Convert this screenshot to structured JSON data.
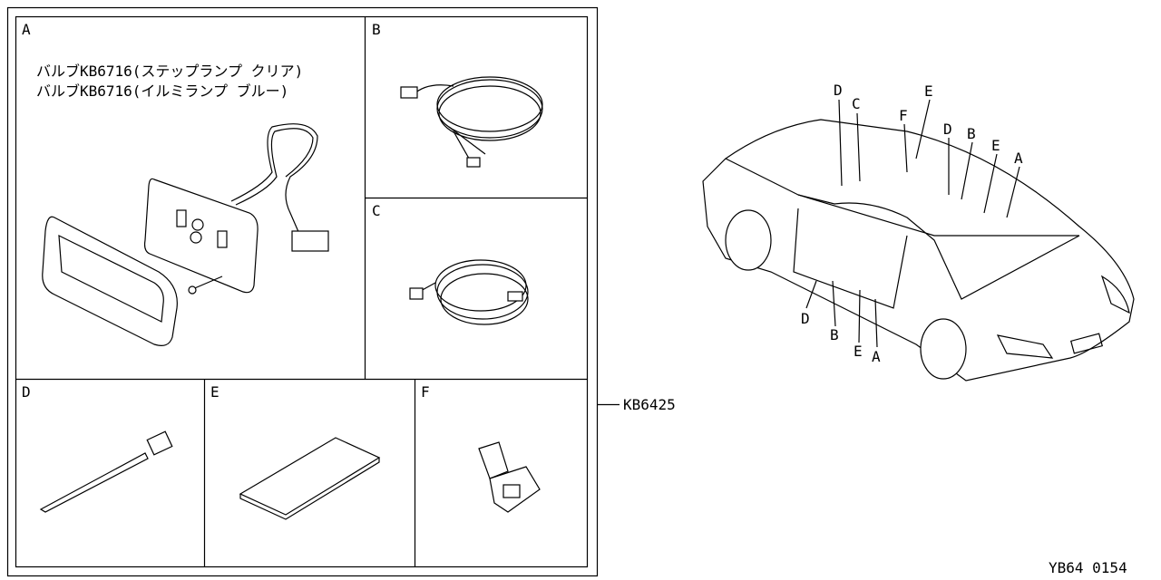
{
  "panels": {
    "a": {
      "label": "A",
      "notes": [
        "バルブKB6716(ステップランプ クリア)",
        "バルブKB6716(イルミランプ ブルー)"
      ]
    },
    "b": {
      "label": "B"
    },
    "c": {
      "label": "C"
    },
    "d": {
      "label": "D"
    },
    "e": {
      "label": "E"
    },
    "f": {
      "label": "F"
    }
  },
  "kit_part_number": "KB6425",
  "car_callouts": [
    "D",
    "C",
    "E",
    "F",
    "D",
    "B",
    "E",
    "A",
    "D",
    "B",
    "E",
    "A"
  ],
  "diagram_code": "YB64 0154"
}
